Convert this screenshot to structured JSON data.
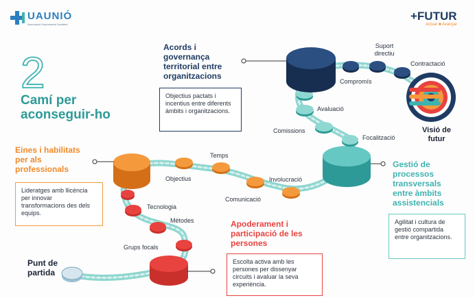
{
  "header": {
    "logo_text": "UAUNIÓ",
    "logo_tagline": "Associació Empresarial Sanitària",
    "brand_right": "+FUTUR",
    "brand_right_sub": "Actuar ■ Avançar"
  },
  "title": {
    "number": "2",
    "line1": "Camí per",
    "line2": "aconseguir-ho"
  },
  "sections": {
    "acords": {
      "heading": "Acords i governança territorial entre organitzacions",
      "box": "Objectius pactats i incentius entre diferents àmbits i organitzacions."
    },
    "eines": {
      "heading": "Eines i habilitats per als professionals",
      "box": "Lideratges amb llicència per innovar transformacions des dels equips."
    },
    "gestio": {
      "heading": "Gestió de processos transversals entre àmbits assistencials",
      "box": "Agilitat i cultura de gestió compartida entre organitzacions."
    },
    "apoderament": {
      "heading": "Apoderament i participació de les persones",
      "box": "Escolta activa amb les persones per dissenyar circuits i avaluar la seva experiència."
    },
    "start": "Punt de partida",
    "end": "Visió de futur"
  },
  "steps": {
    "suport": "Suport directiu",
    "contractacio": "Contractació",
    "compromis": "Compromís",
    "avaluacio": "Avaluació",
    "comissions": "Comissions",
    "focalitzacio": "Focalització",
    "temps": "Temps",
    "objectius": "Objectius",
    "involucracio": "Involucració",
    "comunicacio": "Comunicació",
    "tecnologia": "Tecnologia",
    "metodes": "Mètodes",
    "grups": "Grups focals"
  },
  "colors": {
    "navy": "#1f3b63",
    "teal": "#3fb3b0",
    "teal_light": "#a9dfdc",
    "orange": "#ef8a2a",
    "red": "#e8433f",
    "pale": "#cfe0ea"
  }
}
